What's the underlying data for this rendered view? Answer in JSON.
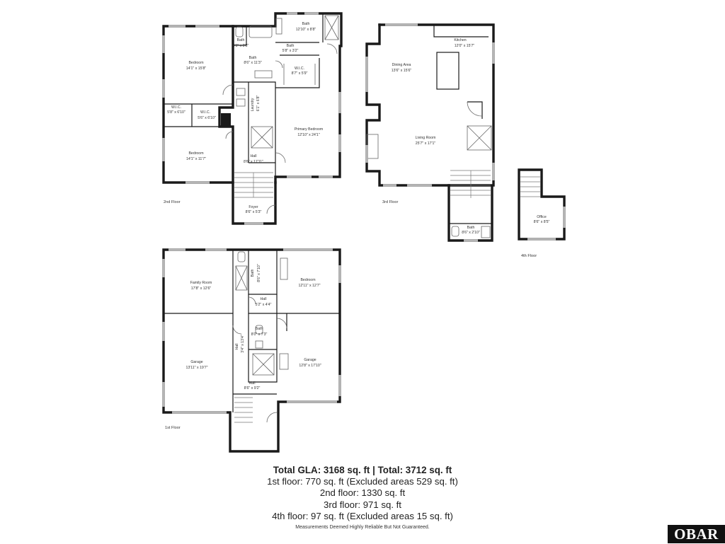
{
  "floors": {
    "second": {
      "label": "2nd Floor",
      "rooms": {
        "bedroom_a": {
          "name": "Bedroom",
          "dim": "14'1\" x 15'8\""
        },
        "bath_top": {
          "name": "Bath",
          "dim": "12'10\" x 8'8\""
        },
        "bath_small": {
          "name": "Bath",
          "dim": "4'1\" x 2'8\""
        },
        "bath_mid": {
          "name": "Bath",
          "dim": "5'8\" x 3'2\""
        },
        "bath_left": {
          "name": "Bath",
          "dim": "8'6\" x 11'3\""
        },
        "wic_primary": {
          "name": "W.I.C.",
          "dim": "8'7\" x 5'9\""
        },
        "laundry": {
          "name": "Laundry",
          "dim": "6'1\" x 6'8\""
        },
        "wic_a": {
          "name": "W.I.C.",
          "dim": "5'8\" x 6'10\""
        },
        "wic_b": {
          "name": "W.I.C.",
          "dim": "5'6\" x 6'10\""
        },
        "primary_bedroom": {
          "name": "Primary Bedroom",
          "dim": "12'10\" x 24'1\""
        },
        "bedroom_b": {
          "name": "Bedroom",
          "dim": "14'1\" x 11'7\""
        },
        "hall": {
          "name": "Hall",
          "dim": "8'6\" x 17'11\""
        },
        "foyer": {
          "name": "Foyer",
          "dim": "8'6\" x 5'3\""
        }
      }
    },
    "third": {
      "label": "3rd Floor",
      "rooms": {
        "kitchen": {
          "name": "Kitchen",
          "dim": "12'0\" x 15'7\""
        },
        "dining": {
          "name": "Dining Area",
          "dim": "13'6\" x 15'6\""
        },
        "living": {
          "name": "Living Room",
          "dim": "25'7\" x 17'1\""
        },
        "bath": {
          "name": "Bath",
          "dim": "8'6\" x 2'10\""
        }
      }
    },
    "fourth": {
      "label": "4th Floor",
      "rooms": {
        "office": {
          "name": "Office",
          "dim": "8'6\" x 8'5\""
        }
      }
    },
    "first": {
      "label": "1st Floor",
      "rooms": {
        "family": {
          "name": "Family Room",
          "dim": "17'8\" x 12'6\""
        },
        "bath_a": {
          "name": "Bath",
          "dim": "8'6\" x 7'10\""
        },
        "bedroom": {
          "name": "Bedroom",
          "dim": "12'11\" x 12'7\""
        },
        "hall_a": {
          "name": "Hall",
          "dim": "5'2\" x 4'4\""
        },
        "bath_b": {
          "name": "Bath",
          "dim": "8'0\" x 7'3\""
        },
        "hall_b": {
          "name": "Hall",
          "dim": "3'4\" x 13'4\""
        },
        "garage_a": {
          "name": "Garage",
          "dim": "13'11\" x 19'7\""
        },
        "garage_b": {
          "name": "Garage",
          "dim": "12'8\" x 17'10\""
        },
        "hall_c": {
          "name": "Hall",
          "dim": "8'6\" x 9'2\""
        }
      }
    }
  },
  "summary": {
    "total": "Total GLA: 3168 sq. ft | Total: 3712 sq. ft",
    "line1": "1st floor: 770 sq. ft (Excluded areas 529 sq. ft)",
    "line2": "2nd floor: 1330 sq. ft",
    "line3": "3rd floor: 971 sq. ft",
    "line4": "4th floor: 97 sq. ft (Excluded areas 15 sq. ft)"
  },
  "disclaimer": "Measurements Deemed Highly Reliable But Not Guaranteed.",
  "logo": "OBAR",
  "colors": {
    "wall": "#1a1a1a",
    "window": "#b5b5b5",
    "logo_bg": "#111111"
  }
}
